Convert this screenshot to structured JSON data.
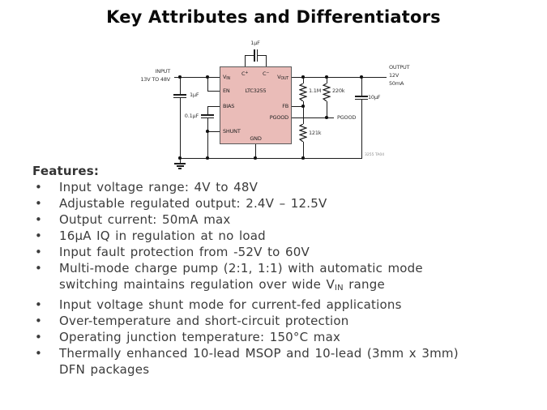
{
  "slide": {
    "title": "Key Attributes and Differentiators"
  },
  "schematic": {
    "ic": {
      "part_number": "LTC3255",
      "pins": {
        "vin": {
          "main": "V",
          "sub": "IN"
        },
        "en": "EN",
        "bias": "BIAS",
        "shunt": "SHUNT",
        "cplus": {
          "main": "C",
          "sup": "+"
        },
        "cminus": {
          "main": "C",
          "sup": "−"
        },
        "vout": {
          "main": "V",
          "sub": "OUT"
        },
        "fb": "FB",
        "pgood": "PGOOD",
        "gnd": "GND"
      }
    },
    "labels": {
      "input_title": "INPUT",
      "input_range": "13V TO 48V",
      "output_title": "OUTPUT",
      "output_voltage": "12V",
      "output_current": "50mA",
      "flying_cap": "1µF",
      "input_cap": "1µF",
      "bias_cap": "0.1µF",
      "output_cap": "10µF",
      "resistor_top": "1.1M",
      "resistor_right": "220k",
      "resistor_bottom": "121k",
      "pgood_net": "PGOOD",
      "figure_ref": "3255 TA04"
    },
    "colors": {
      "ic_fill": "#eabcb8",
      "ic_border": "#5a5a5a",
      "wire": "#1c1c1c"
    }
  },
  "features": {
    "heading": "Features:",
    "bullet": "•",
    "items": [
      {
        "line1": "Input voltage range: 4V to 48V"
      },
      {
        "line1": "Adjustable regulated output: 2.4V – 12.5V"
      },
      {
        "line1": "Output current: 50mA max"
      },
      {
        "line1": "16µA IQ in regulation at no load"
      },
      {
        "line1": "Input fault protection from -52V to 60V"
      },
      {
        "line1": "Multi-mode charge pump (2:1, 1:1) with automatic mode",
        "line2_pre": "switching maintains regulation over wide V",
        "line2_sub": "IN",
        "line2_post": " range"
      },
      {
        "line1": "Input voltage shunt mode for current-fed applications"
      },
      {
        "line1": "Over-temperature and short-circuit protection"
      },
      {
        "line1": "Operating junction temperature: 150°C max"
      },
      {
        "line1": "Thermally enhanced 10-lead MSOP and 10-lead (3mm x 3mm)",
        "line2_pre": "DFN packages"
      }
    ]
  }
}
